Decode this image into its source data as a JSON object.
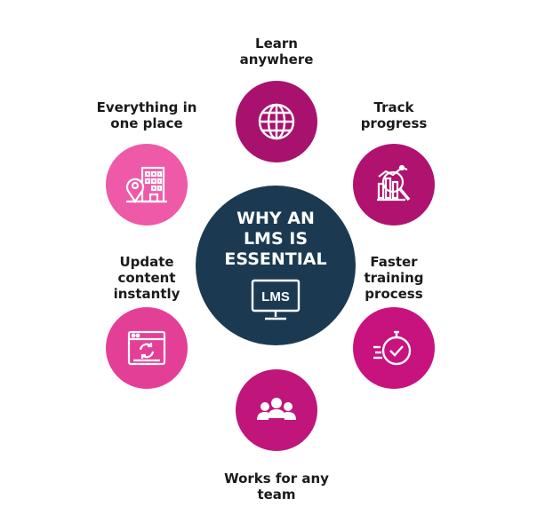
{
  "center": {
    "title": "WHY AN\nLMS IS\nESSENTIAL",
    "monitor_text": "LMS",
    "color": "#1b3a52"
  },
  "items": [
    {
      "label": "Learn\nanywhere",
      "icon": "globe-icon",
      "color": "#a8116e"
    },
    {
      "label": "Track\nprogress",
      "icon": "analytics-search-icon",
      "color": "#b0126f"
    },
    {
      "label": "Faster\ntraining\nprocess",
      "icon": "stopwatch-check-icon",
      "color": "#c8127e"
    },
    {
      "label": "Works for any\nteam",
      "icon": "team-icon",
      "color": "#c0157a"
    },
    {
      "label": "Update\ncontent\ninstantly",
      "icon": "browser-refresh-icon",
      "color": "#e43f97"
    },
    {
      "label": "Everything in\none place",
      "icon": "building-location-icon",
      "color": "#ee5aa8"
    }
  ]
}
